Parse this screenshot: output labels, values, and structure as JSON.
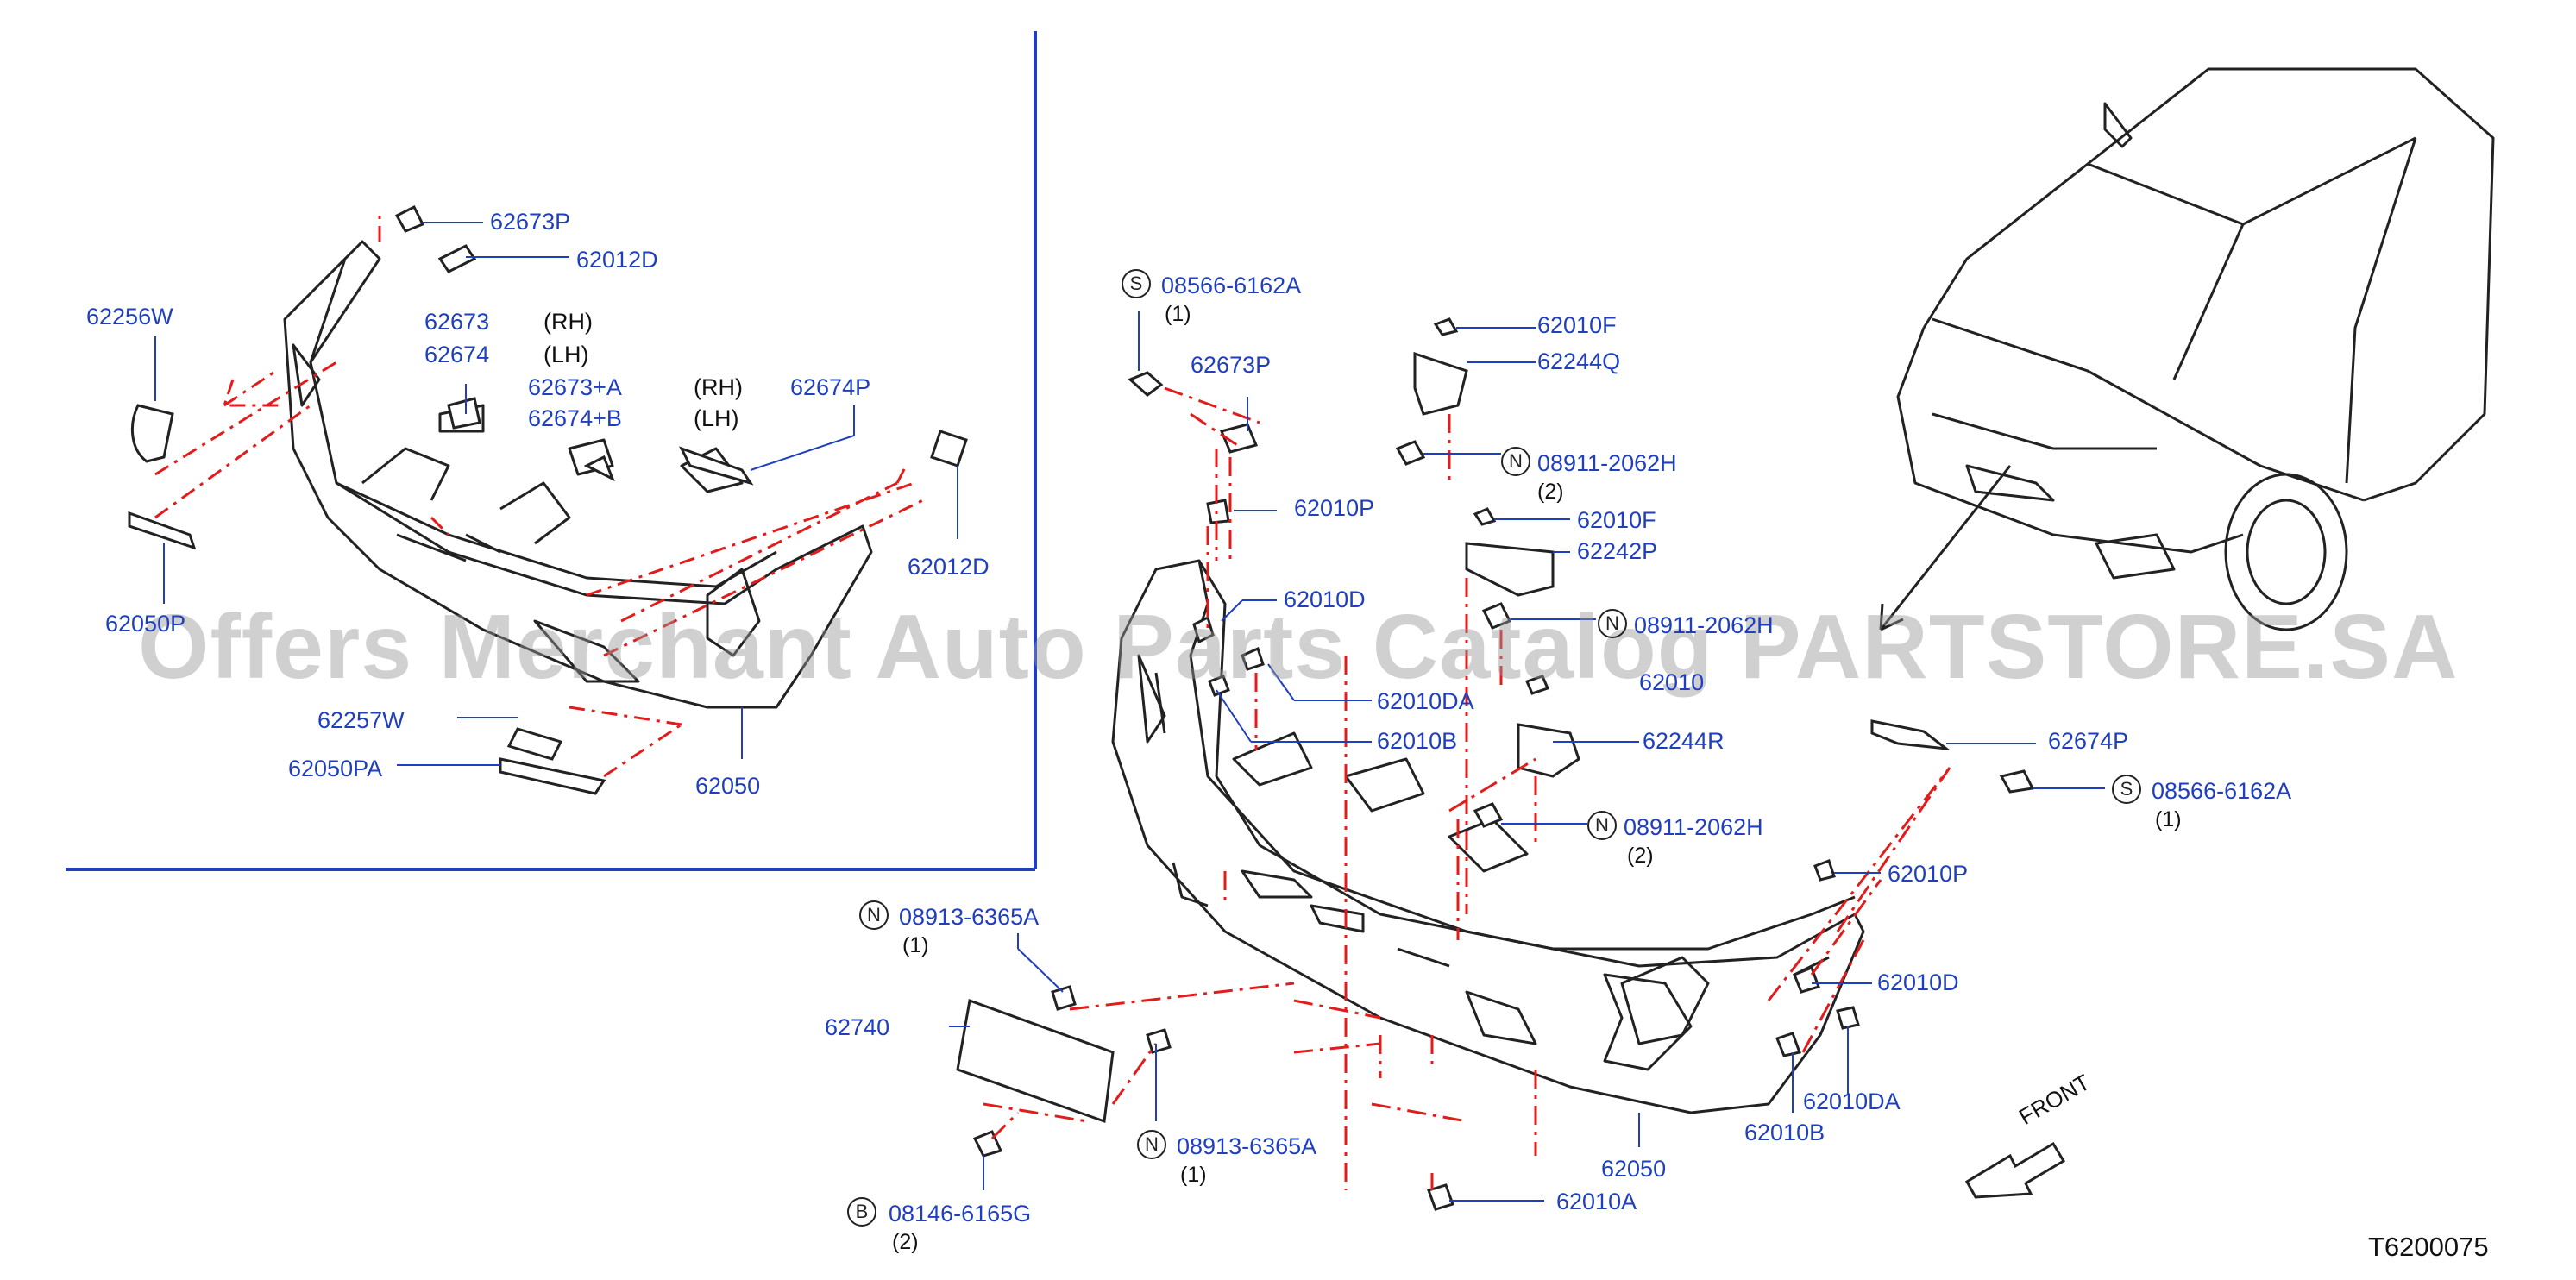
{
  "colors": {
    "label": "#1f3fbf",
    "dash": "#e21b1b",
    "line": "#1f3fbf",
    "outline": "#222222"
  },
  "watermark": "Offers Merchant Auto Parts Catalog PARTSTORE.SA",
  "diagram_id": "T6200075",
  "front_label": "FRONT",
  "side_labels": {
    "rh": "(RH)",
    "lh": "(LH)"
  },
  "inset_labels": {
    "p62673P": "62673P",
    "p62012D_a": "62012D",
    "p62256W": "62256W",
    "p62673": "62673",
    "p62674": "62674",
    "p62673A": "62673+A",
    "p62674B": "62674+B",
    "p62674P": "62674P",
    "p62012D_b": "62012D",
    "p62050P": "62050P",
    "p62257W": "62257W",
    "p62050PA": "62050PA",
    "p62050": "62050"
  },
  "main_labels": {
    "s08566_top": "08566-6162A",
    "q1_top": "(1)",
    "p62673P": "62673P",
    "p62010P_a": "62010P",
    "p62010D_a": "62010D",
    "p62010DA_a": "62010DA",
    "p62010B_a": "62010B",
    "p62010F_a": "62010F",
    "p62244Q": "62244Q",
    "n08911_a": "08911-2062H",
    "q2_a": "(2)",
    "p62010F_b": "62010F",
    "p62242P": "62242P",
    "n08911_b": "08911-2062H",
    "p62010_partial": "62010",
    "p62244R": "62244R",
    "n08911_c": "08911-2062H",
    "q2_c": "(2)",
    "p62674P": "62674P",
    "s08566_right": "08566-6162A",
    "q1_right": "(1)",
    "p62010P_b": "62010P",
    "p62010D_b": "62010D",
    "p62010DA_b": "62010DA",
    "p62010B_b": "62010B",
    "p62050": "62050",
    "p62010A": "62010A",
    "n08913_a": "08913-6365A",
    "q1_n1": "(1)",
    "p62740": "62740",
    "n08913_b": "08913-6365A",
    "q1_n2": "(1)",
    "b08146": "08146-6165G",
    "q2_b": "(2)"
  },
  "badges": {
    "s": "S",
    "n": "N",
    "b": "B"
  }
}
